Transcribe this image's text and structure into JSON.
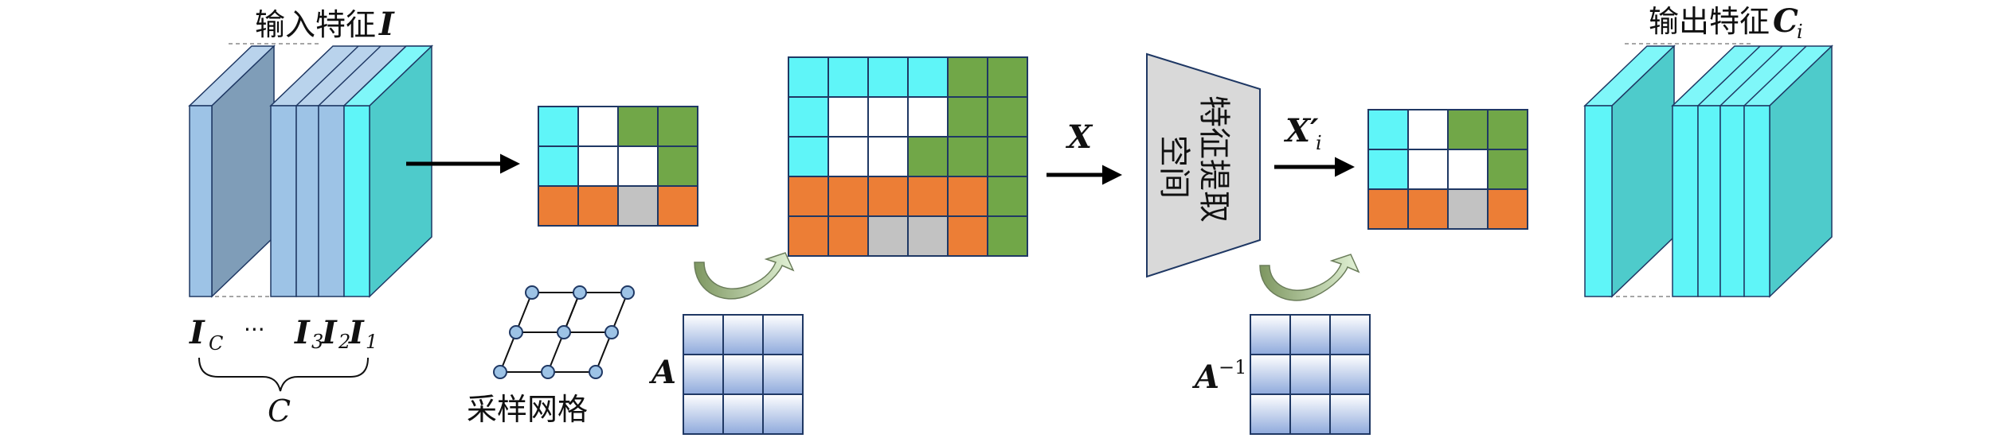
{
  "input_features": {
    "title_text": "输入特征",
    "title_symbol": "I",
    "label_ic_main": "I",
    "label_ic_sub": "C",
    "label_dots": "···",
    "label_i3": "I",
    "label_i3_sub": "3",
    "label_i2": "I",
    "label_i2_sub": "2",
    "label_i1": "I",
    "label_i1_sub": "1",
    "brace_label": "C"
  },
  "sampling_grid": {
    "label": "采样网格"
  },
  "matrix_a": {
    "label": "A"
  },
  "matrix_a_inv": {
    "label": "A",
    "superscript": "−1"
  },
  "arrow_x": {
    "label": "X"
  },
  "feature_space": {
    "line1": "特征提取",
    "line2": "空间"
  },
  "arrow_xi": {
    "label": "X′",
    "sub": "i"
  },
  "output_features": {
    "title_text": "输出特征",
    "title_symbol": "C",
    "title_sub": "i"
  },
  "colors": {
    "cyan": "#5ff5f8",
    "green": "#71a748",
    "orange": "#ec7e36",
    "gray": "#c2c2c2",
    "white": "#ffffff",
    "grid_border": "#1f3864",
    "blue_front": "#9dc3e6",
    "blue_dark": "#7f9db8",
    "teal_side": "#4ecbcb",
    "cyan_front": "#5ff5f8",
    "trapezoid": "#d9d9d9",
    "matrix_cell_top": "#ffffff",
    "matrix_cell_bottom": "#8faadc",
    "node_fill": "#9dc3e6",
    "curved_arrow_dark": "#8aa170",
    "curved_arrow_light": "#d6ecc6"
  },
  "grid_small_pattern": [
    [
      "cyan",
      "white",
      "green",
      "green"
    ],
    [
      "cyan",
      "white",
      "white",
      "green"
    ],
    [
      "orange",
      "orange",
      "gray",
      "orange"
    ]
  ],
  "grid_large_pattern": [
    [
      "cyan",
      "cyan",
      "cyan",
      "cyan",
      "green",
      "green"
    ],
    [
      "cyan",
      "white",
      "white",
      "white",
      "green",
      "green"
    ],
    [
      "cyan",
      "white",
      "white",
      "green",
      "green",
      "green"
    ],
    [
      "orange",
      "orange",
      "orange",
      "orange",
      "orange",
      "green"
    ],
    [
      "orange",
      "orange",
      "gray",
      "gray",
      "orange",
      "green"
    ]
  ],
  "grid_out_pattern": [
    [
      "cyan",
      "white",
      "green",
      "green"
    ],
    [
      "cyan",
      "white",
      "white",
      "green"
    ],
    [
      "orange",
      "orange",
      "gray",
      "orange"
    ]
  ]
}
